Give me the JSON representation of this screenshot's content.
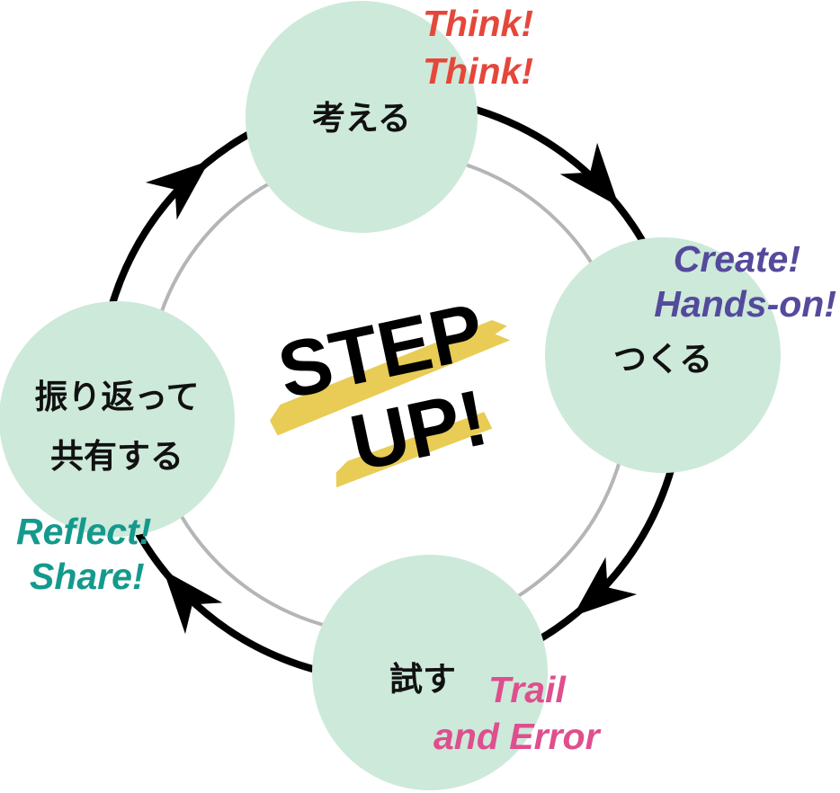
{
  "colors": {
    "circle": "#cde9da",
    "ring": "#b5b5b5",
    "arrow": "#000000",
    "highlight": "#e8cc55",
    "think": "#e5473a",
    "create": "#544a9c",
    "trail": "#df4e8d",
    "reflect": "#139a8c"
  },
  "center": {
    "line1": "STEP",
    "line2": "UP!"
  },
  "steps": [
    {
      "label": [
        "考える"
      ],
      "en": [
        "Think!",
        "Think!"
      ]
    },
    {
      "label": [
        "つくる"
      ],
      "en": [
        "Create!",
        "Hands-on!"
      ]
    },
    {
      "label": [
        "試す"
      ],
      "en": [
        "Trail",
        "and Error"
      ]
    },
    {
      "label": [
        "振り返って",
        "共有する"
      ],
      "en": [
        "Reflect!",
        "Share!"
      ]
    }
  ]
}
